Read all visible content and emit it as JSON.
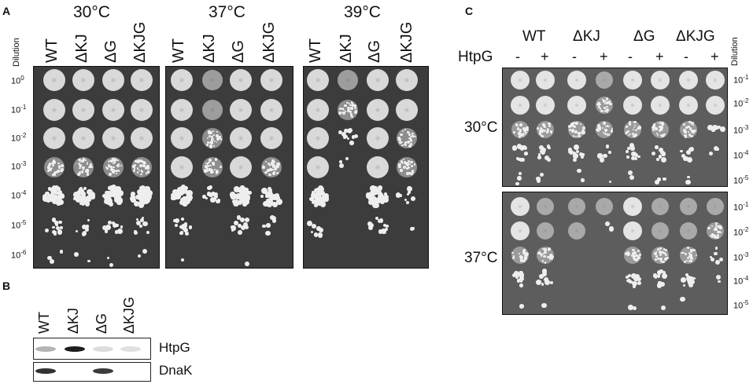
{
  "panel_a": {
    "letter": "A",
    "dilution_header": "Dilution",
    "row_labels": [
      {
        "base": "10",
        "exp": "0"
      },
      {
        "base": "10",
        "exp": "-1"
      },
      {
        "base": "10",
        "exp": "-2"
      },
      {
        "base": "10",
        "exp": "-3"
      },
      {
        "base": "10",
        "exp": "-4"
      },
      {
        "base": "10",
        "exp": "-5"
      },
      {
        "base": "10",
        "exp": "-6"
      }
    ],
    "plates": [
      {
        "temp": "30°C",
        "strains": [
          "WT",
          "ΔKJ",
          "ΔG",
          "ΔKJG"
        ]
      },
      {
        "temp": "37°C",
        "strains": [
          "WT",
          "ΔKJ",
          "ΔG",
          "ΔKJG"
        ]
      },
      {
        "temp": "39°C",
        "strains": [
          "WT",
          "ΔKJ",
          "ΔG",
          "ΔKJG"
        ]
      }
    ]
  },
  "panel_b": {
    "letter": "B",
    "lanes": [
      "WT",
      "ΔKJ",
      "ΔG",
      "ΔKJG"
    ],
    "blots": [
      {
        "label": "HtpG",
        "band_intensity": [
          0.25,
          1.0,
          0.05,
          0.03
        ]
      },
      {
        "label": "DnaK",
        "band_intensity": [
          0.9,
          0.0,
          0.85,
          0.0
        ]
      }
    ]
  },
  "panel_c": {
    "letter": "C",
    "strains": [
      "WT",
      "ΔKJ",
      "ΔG",
      "ΔKJG"
    ],
    "htpg_label": "HtpG",
    "signs": [
      "-",
      "+",
      "-",
      "+",
      "-",
      "+",
      "-",
      "+"
    ],
    "dilution_header": "Dilution",
    "row_labels": [
      {
        "base": "10",
        "exp": "-1"
      },
      {
        "base": "10",
        "exp": "-2"
      },
      {
        "base": "10",
        "exp": "-3"
      },
      {
        "base": "10",
        "exp": "-4"
      },
      {
        "base": "10",
        "exp": "-5"
      }
    ],
    "plates": [
      {
        "temp": "30°C"
      },
      {
        "temp": "37°C"
      }
    ]
  }
}
